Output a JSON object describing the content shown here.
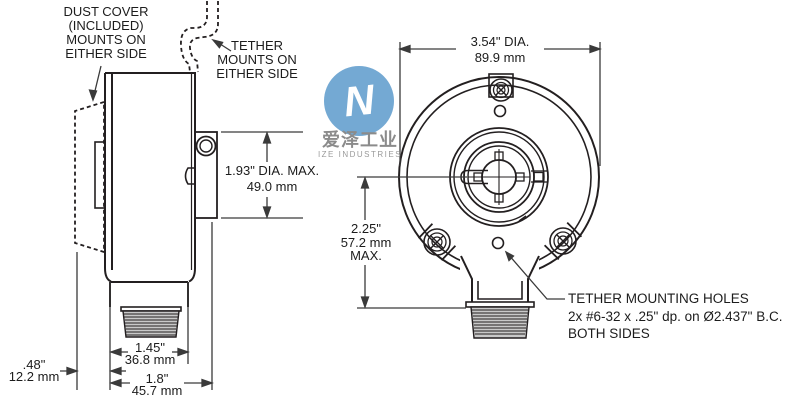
{
  "drawing": {
    "type": "encoder dimensional drawing, side and front views"
  },
  "annotations": {
    "dust_cover": {
      "line1": "DUST COVER",
      "line2": "(INCLUDED)",
      "line3": "MOUNTS ON",
      "line4": "EITHER SIDE"
    },
    "tether_mount": {
      "line1": "TETHER",
      "line2": "MOUNTS ON",
      "line3": "EITHER SIDE"
    },
    "tether_holes": {
      "line1": "TETHER MOUNTING HOLES",
      "line2": "2x #6-32 x .25\" dp. on Ø2.437\" B.C.",
      "line3": "BOTH SIDES"
    }
  },
  "dimensions": {
    "body_dia": {
      "inch": "1.93\" DIA. MAX.",
      "mm": "49.0 mm"
    },
    "flange_dia": {
      "inch": "3.54\" DIA.",
      "mm": "89.9 mm"
    },
    "height_max": {
      "inch": "2.25\"",
      "mm": "57.2 mm",
      "suffix": "MAX."
    },
    "body_depth": {
      "inch": "1.45\"",
      "mm": "36.8 mm"
    },
    "overall_depth": {
      "inch": "1.8\"",
      "mm": "45.7 mm"
    },
    "cover_depth": {
      "inch": ".48\"",
      "mm": "12.2 mm"
    }
  },
  "watermark": {
    "logo_letter": "N",
    "cn": "爱泽工业",
    "en": "IZE INDUSTRIES",
    "logo_color": "#74A9D3",
    "text_color": "#8B8B8B"
  },
  "colors": {
    "background": "#FFFFFF",
    "object_line": "#231F20",
    "dimension_line": "#3A3A3A",
    "thread_fill": "#C9C9C9"
  }
}
